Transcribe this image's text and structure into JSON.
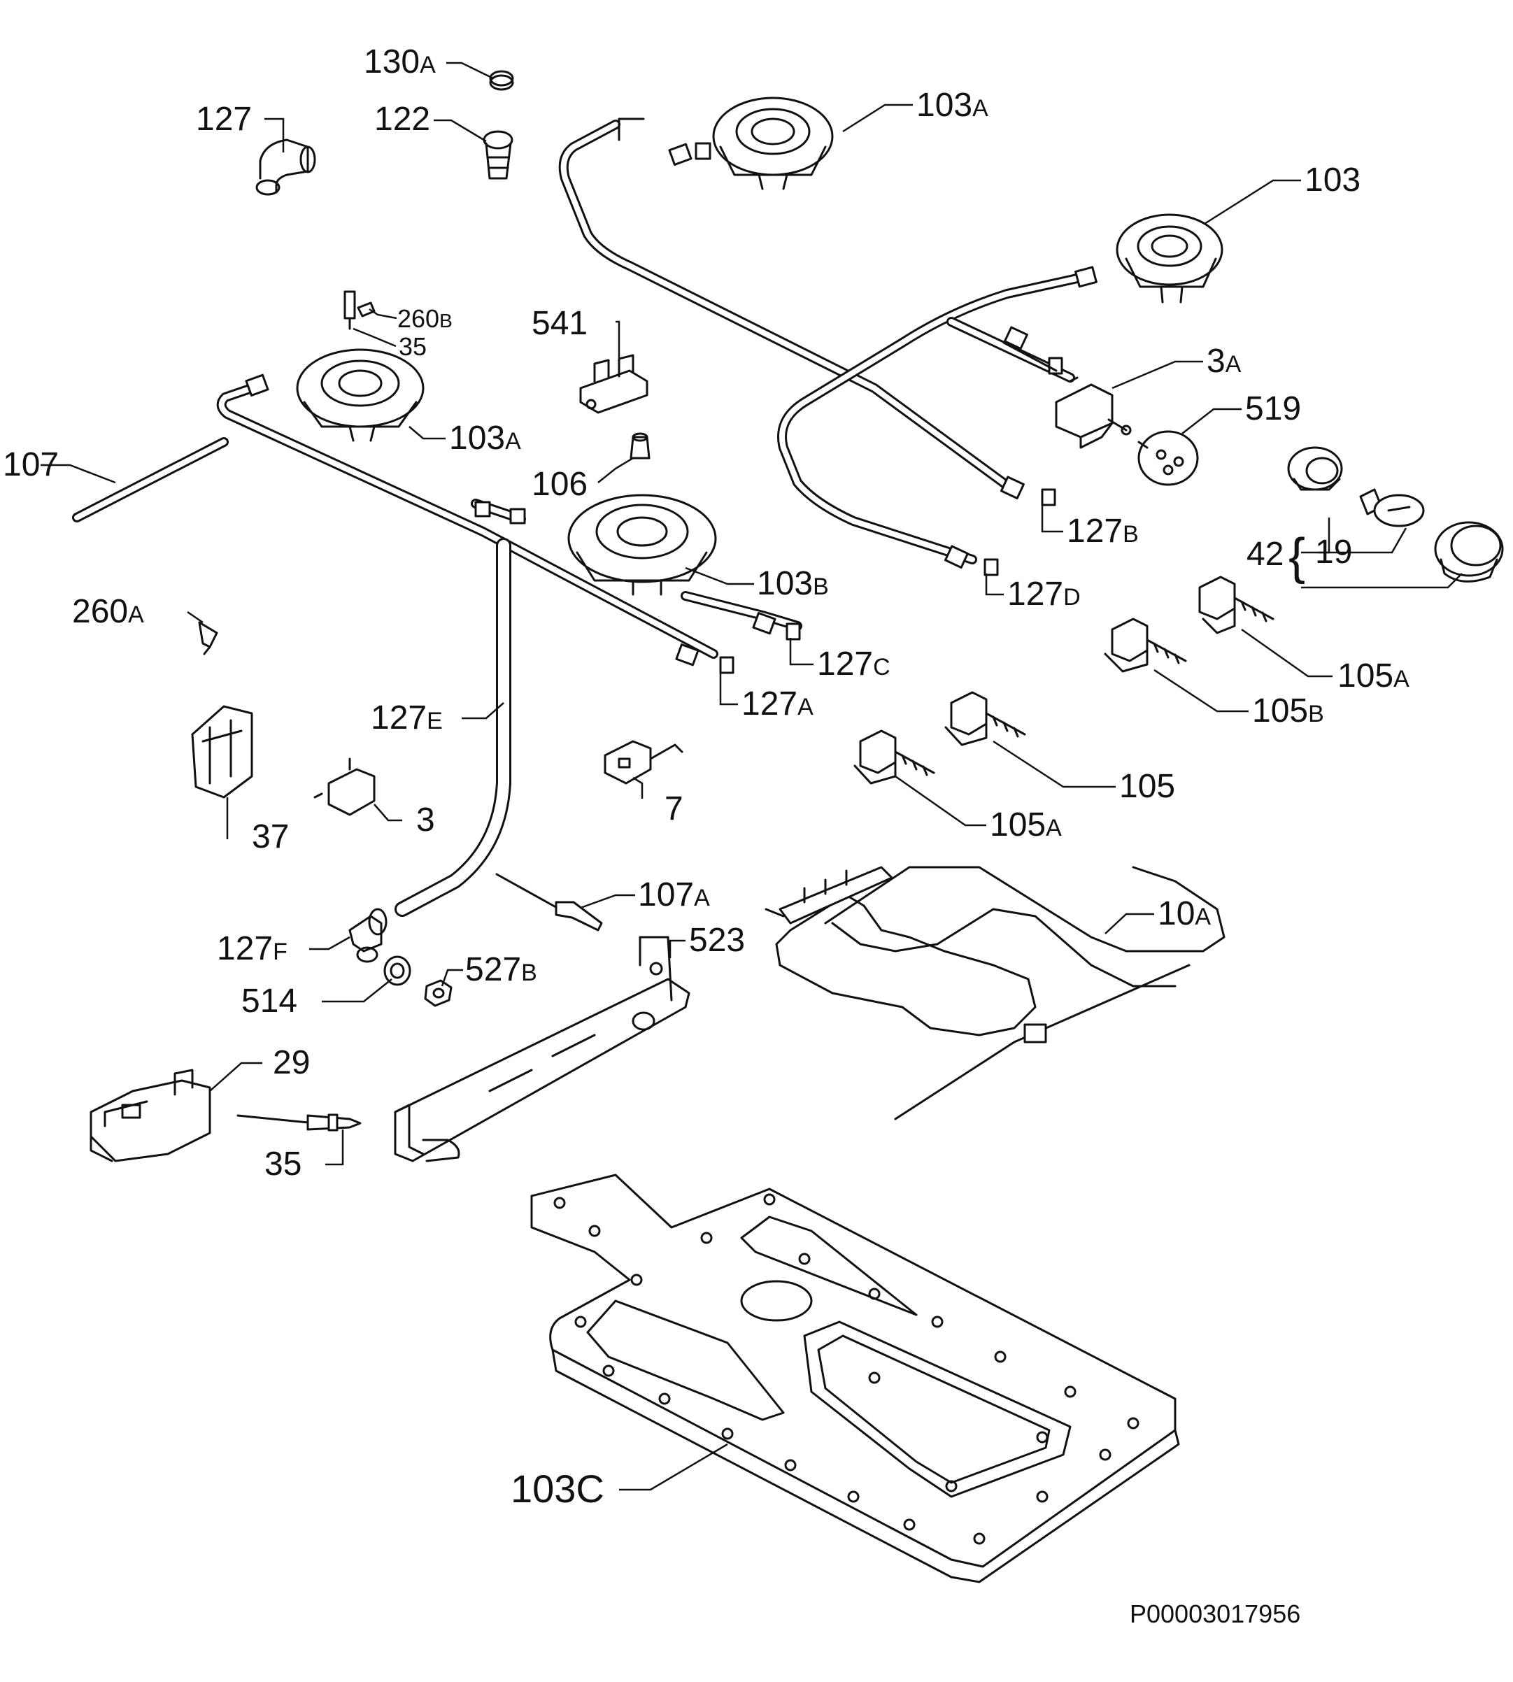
{
  "labels": {
    "l130a": {
      "num": "130",
      "suf": "A"
    },
    "l122": {
      "num": "122",
      "suf": ""
    },
    "l127": {
      "num": "127",
      "suf": ""
    },
    "l103a_top": {
      "num": "103",
      "suf": "A"
    },
    "l103": {
      "num": "103",
      "suf": ""
    },
    "l260b": {
      "num": "260",
      "suf": "B"
    },
    "l35_top": {
      "num": "35",
      "suf": ""
    },
    "l541": {
      "num": "541",
      "suf": ""
    },
    "l3a": {
      "num": "3",
      "suf": "A"
    },
    "l519": {
      "num": "519",
      "suf": ""
    },
    "l103a_left": {
      "num": "103",
      "suf": "A"
    },
    "l107": {
      "num": "107",
      "suf": ""
    },
    "l106": {
      "num": "106",
      "suf": ""
    },
    "l127b": {
      "num": "127",
      "suf": "B"
    },
    "l42": {
      "num": "42",
      "suf": ""
    },
    "l19": {
      "num": "19",
      "suf": ""
    },
    "l103b": {
      "num": "103",
      "suf": "B"
    },
    "l127d": {
      "num": "127",
      "suf": "D"
    },
    "l260a": {
      "num": "260",
      "suf": "A"
    },
    "l127c": {
      "num": "127",
      "suf": "C"
    },
    "l105a_r": {
      "num": "105",
      "suf": "A"
    },
    "l127a": {
      "num": "127",
      "suf": "A"
    },
    "l105b": {
      "num": "105",
      "suf": "B"
    },
    "l127e": {
      "num": "127",
      "suf": "E"
    },
    "l105": {
      "num": "105",
      "suf": ""
    },
    "l7": {
      "num": "7",
      "suf": ""
    },
    "l3": {
      "num": "3",
      "suf": ""
    },
    "l37": {
      "num": "37",
      "suf": ""
    },
    "l105a_m": {
      "num": "105",
      "suf": "A"
    },
    "l107a": {
      "num": "107",
      "suf": "A"
    },
    "l10a": {
      "num": "10",
      "suf": "A"
    },
    "l523": {
      "num": "523",
      "suf": ""
    },
    "l127f": {
      "num": "127",
      "suf": "F"
    },
    "l527b": {
      "num": "527",
      "suf": "B"
    },
    "l514": {
      "num": "514",
      "suf": ""
    },
    "l29": {
      "num": "29",
      "suf": ""
    },
    "l35_bot": {
      "num": "35",
      "suf": ""
    },
    "l103c": {
      "num": "103C",
      "suf": ""
    }
  },
  "footer_code": "P00003017956"
}
